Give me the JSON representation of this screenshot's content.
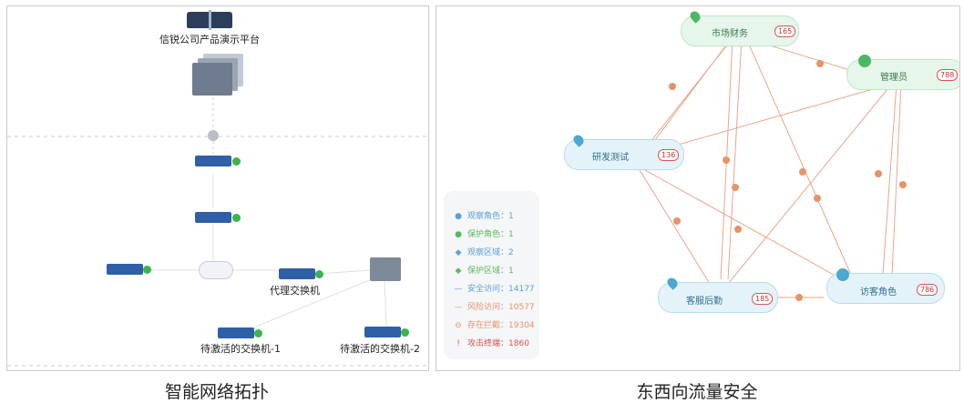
{
  "captions": {
    "left": "智能网络拓扑",
    "right": "东西向流量安全"
  },
  "topology": {
    "platform_label": "信锐公司产品演示平台",
    "proxy_switch_label": "代理交换机",
    "pending_switch_1_label": "待激活的交换机-1",
    "pending_switch_2_label": "待激活的交换机-2"
  },
  "traffic": {
    "nodes": {
      "market": {
        "label": "市场财务",
        "count": "165"
      },
      "admin": {
        "label": "管理员",
        "count": "788"
      },
      "rd": {
        "label": "研发测试",
        "count": "136"
      },
      "service": {
        "label": "客服后勤",
        "count": "185"
      },
      "visitor": {
        "label": "访客角色",
        "count": "786"
      }
    },
    "legend": [
      {
        "icon": "person-icon",
        "color": "#5aa0d6",
        "label": "观察角色：",
        "value": "1"
      },
      {
        "icon": "person-icon",
        "color": "#5cb85c",
        "label": "保护角色：",
        "value": "1"
      },
      {
        "icon": "pin-icon",
        "color": "#5aa0d6",
        "label": "观察区域：",
        "value": "2"
      },
      {
        "icon": "pin-icon",
        "color": "#5cb85c",
        "label": "保护区域：",
        "value": "1"
      },
      {
        "icon": "line-icon",
        "color": "#5aa0d6",
        "label": "安全访问：",
        "value": "14177"
      },
      {
        "icon": "line-icon",
        "color": "#e8926a",
        "label": "风险访问：",
        "value": "10577"
      },
      {
        "icon": "block-icon",
        "color": "#e8926a",
        "label": "存在拦截：",
        "value": "19304"
      },
      {
        "icon": "alert-icon",
        "color": "#e05050",
        "label": "攻击终端：",
        "value": "1860"
      }
    ]
  }
}
